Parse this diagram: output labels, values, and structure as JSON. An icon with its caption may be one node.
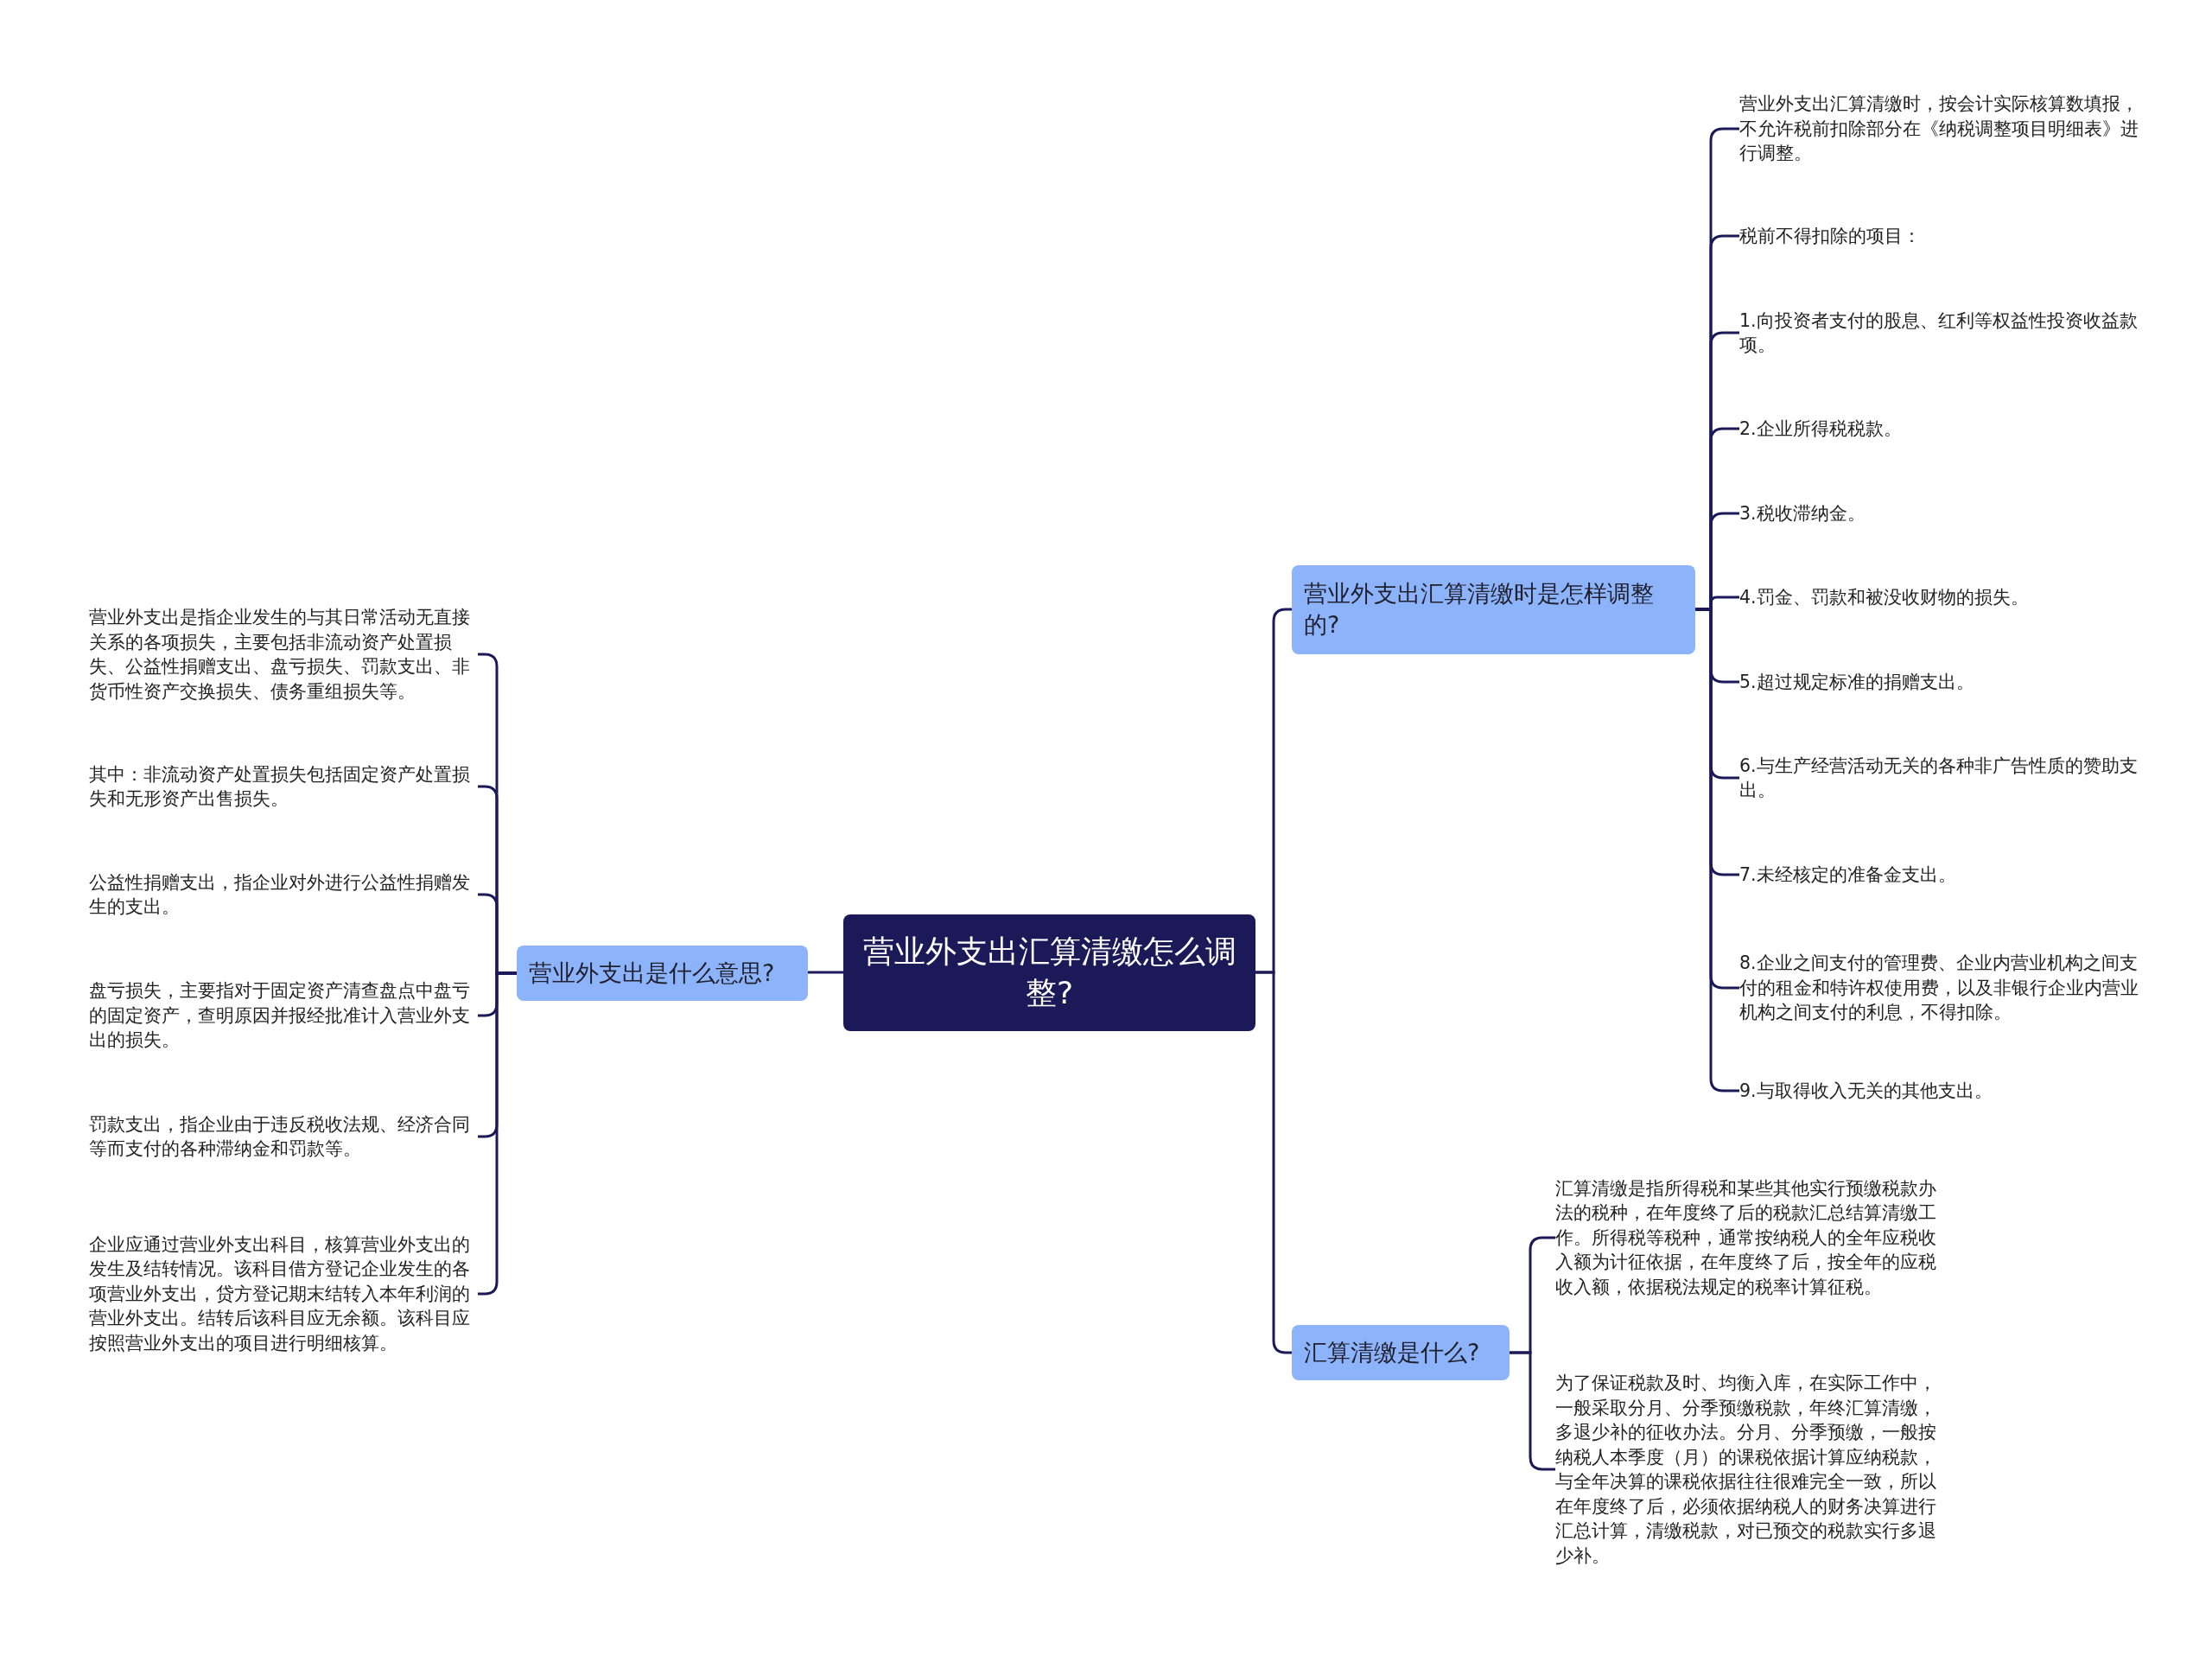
{
  "diagram": {
    "nodes": [
      {
        "text": [
          "营业外支出汇算清缴怎么调整?"
        ]
      },
      {
        "text": [
          "营业外支出是什么意思?"
        ]
      },
      {
        "text": [
          "营业外支出是指企业发生的与其日常活动无直接关系的各项损失，主要包括非流动资产处置损失、公益性捐赠支出、盘亏损失、罚款支出、非货币性资产交换损失、债务重组损失等。"
        ]
      },
      {
        "text": [
          "其中：非流动资产处置损失包括固定资产处置损失和无形资产出售损失。"
        ]
      },
      {
        "text": [
          "公益性捐赠支出，指企业对外进行公益性捐赠发生的支出。"
        ]
      },
      {
        "text": [
          "盘亏损失，主要指对于固定资产清查盘点中盘亏的固定资产，查明原因并报经批准计入营业外支出的损失。"
        ]
      },
      {
        "text": [
          "罚款支出，指企业由于违反税收法规、经济合同等而支付的各种滞纳金和罚款等。"
        ]
      },
      {
        "text": [
          "企业应通过营业外支出科目，核算营业外支出的发生及结转情况。该科目借方登记企业发生的各项营业外支出，贷方登记期末结转入本年利润的营业外支出。结转后该科目应无余额。该科目应按照营业外支出的项目进行明细核算。"
        ]
      },
      {
        "text": [
          "营业外支出汇算清缴时是怎样调整的?"
        ]
      },
      {
        "text": [
          "营业外支出汇算清缴时，按会计实际核算数填报，不允许税前扣除部分在《纳税调整项目明细表》进行调整。"
        ]
      },
      {
        "text": [
          "税前不得扣除的项目："
        ]
      },
      {
        "text": [
          "1.向投资者支付的股息、红利等权益性投资收益款项。"
        ]
      },
      {
        "text": [
          "2.企业所得税税款。"
        ]
      },
      {
        "text": [
          "3.税收滞纳金。"
        ]
      },
      {
        "text": [
          "4.罚金、罚款和被没收财物的损失。"
        ]
      },
      {
        "text": [
          "5.超过规定标准的捐赠支出。"
        ]
      },
      {
        "text": [
          "6.与生产经营活动无关的各种非广告性质的赞助支出。"
        ]
      },
      {
        "text": [
          "7.未经核定的准备金支出。"
        ]
      },
      {
        "text": [
          "8.企业之间支付的管理费、企业内营业机构之间支付的租金和特许权使用费，以及非银行企业内营业机构之间支付的利息，不得扣除。"
        ]
      },
      {
        "text": [
          "9.与取得收入无关的其他支出。"
        ]
      },
      {
        "text": [
          "汇算清缴是什么?"
        ]
      },
      {
        "text": [
          "汇算清缴是指所得税和某些其他实行预缴税款办法的税种，在年度终了后的税款汇总结算清缴工作。所得税等税种，通常按纳税人的全年应税收入额为计征依据，在年度终了后，按全年的应税收入额，依据税法规定的税率计算征税。"
        ]
      },
      {
        "text": [
          "为了保证税款及时、均衡入库，在实际工作中，一般采取分月、分季预缴税款，年终汇算清缴，多退少补的征收办法。分月、分季预缴，一般按纳税人本季度（月）的课税依据计算应纳税款，与全年决算的课税依据往往很难完全一致，所以在年度终了后，必须依据纳税人的财务决算进行汇总计算，清缴税款，对已预交的税款实行多退少补。"
        ]
      }
    ],
    "edges": [
      {
        "from": 0,
        "to": 1,
        "arrow": "none"
      },
      {
        "from": 1,
        "to": 2,
        "arrow": "none"
      },
      {
        "from": 1,
        "to": 3,
        "arrow": "none"
      },
      {
        "from": 1,
        "to": 4,
        "arrow": "none"
      },
      {
        "from": 1,
        "to": 5,
        "arrow": "none"
      },
      {
        "from": 1,
        "to": 6,
        "arrow": "none"
      },
      {
        "from": 1,
        "to": 7,
        "arrow": "none"
      },
      {
        "from": 0,
        "to": 8,
        "arrow": "none"
      },
      {
        "from": 8,
        "to": 9,
        "arrow": "none"
      },
      {
        "from": 8,
        "to": 10,
        "arrow": "none"
      },
      {
        "from": 8,
        "to": 11,
        "arrow": "none"
      },
      {
        "from": 8,
        "to": 12,
        "arrow": "none"
      },
      {
        "from": 8,
        "to": 13,
        "arrow": "none"
      },
      {
        "from": 8,
        "to": 14,
        "arrow": "none"
      },
      {
        "from": 8,
        "to": 15,
        "arrow": "none"
      },
      {
        "from": 8,
        "to": 16,
        "arrow": "none"
      },
      {
        "from": 8,
        "to": 17,
        "arrow": "none"
      },
      {
        "from": 8,
        "to": 18,
        "arrow": "none"
      },
      {
        "from": 8,
        "to": 19,
        "arrow": "none"
      },
      {
        "from": 0,
        "to": 20,
        "arrow": "none"
      },
      {
        "from": 20,
        "to": 21,
        "arrow": "none"
      },
      {
        "from": 20,
        "to": 22,
        "arrow": "none"
      }
    ]
  }
}
